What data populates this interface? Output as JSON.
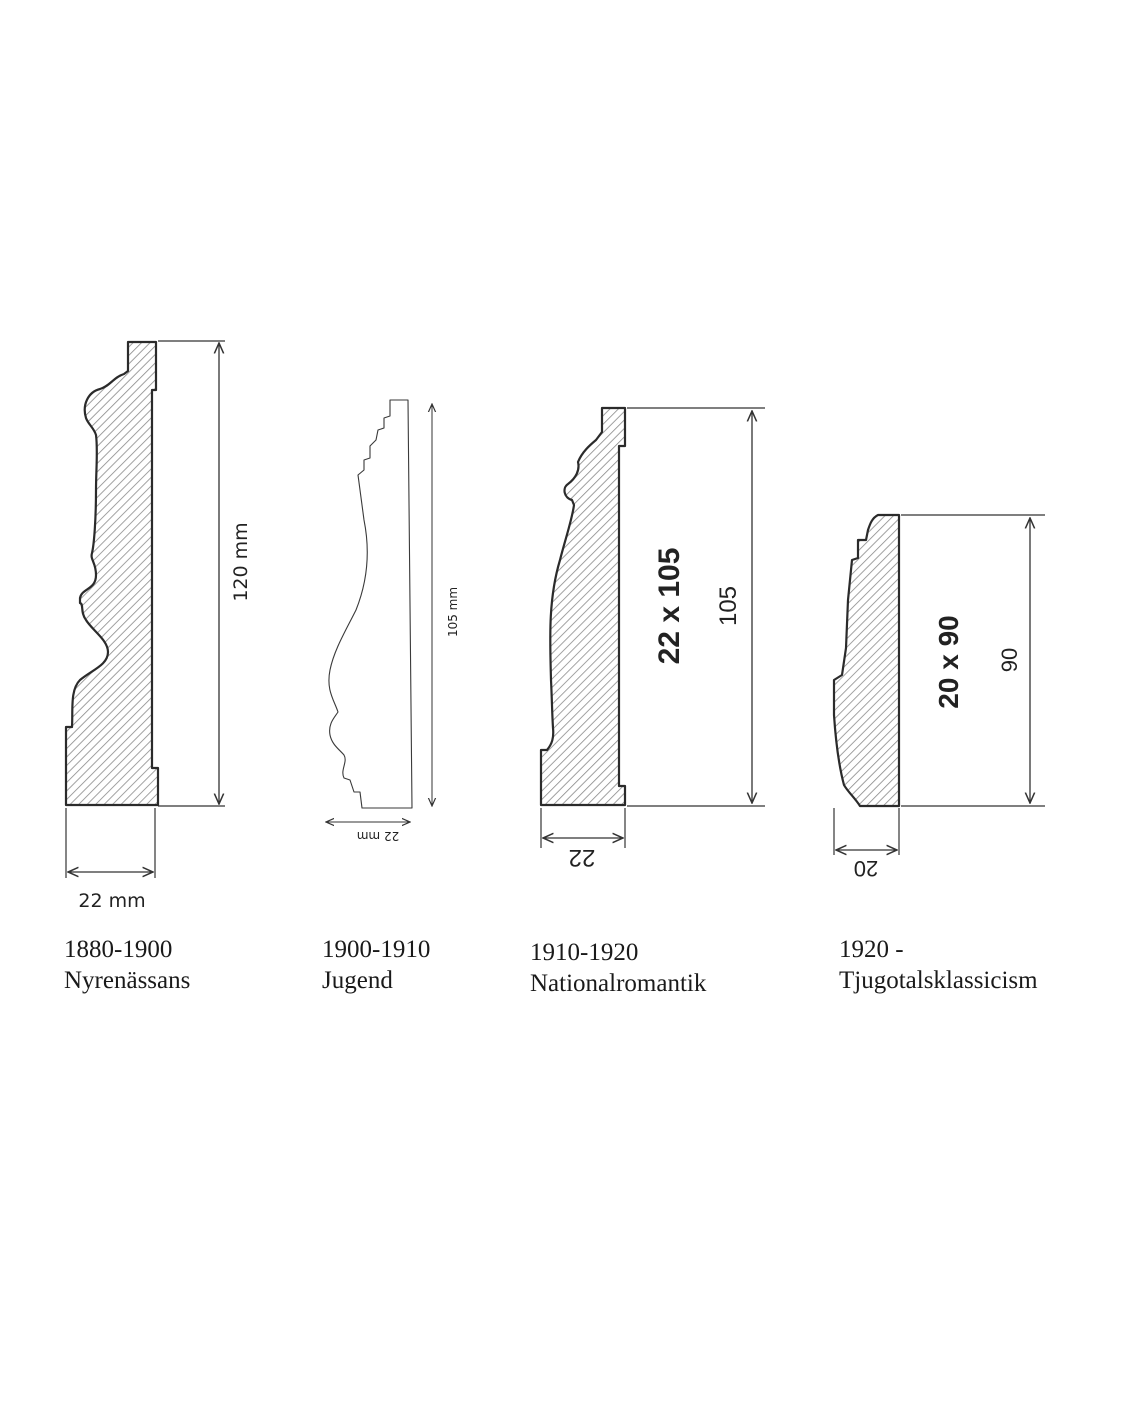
{
  "profiles": [
    {
      "id": "nyrenassans",
      "period": "1880-1900",
      "style": "Nyrenässans",
      "height_label": "120 mm",
      "width_label": "22 mm"
    },
    {
      "id": "jugend",
      "period": "1900-1910",
      "style": "Jugend",
      "height_label": "105 mm",
      "width_label": "22 mm"
    },
    {
      "id": "nationalromantik",
      "period": "1910-1920",
      "style": "Nationalromantik",
      "size_label": "22 x 105",
      "height_label": "105",
      "width_label": "22"
    },
    {
      "id": "tjugotalsklassicism",
      "period": "1920 -",
      "style": "Tjugotalsklassicism",
      "size_label": "20 x 90",
      "height_label": "90",
      "width_label": "20"
    }
  ],
  "colors": {
    "outline": "#2b2b2b",
    "hatch": "#8a8a8a",
    "dimension": "#333333",
    "text": "#1a1a1a"
  }
}
